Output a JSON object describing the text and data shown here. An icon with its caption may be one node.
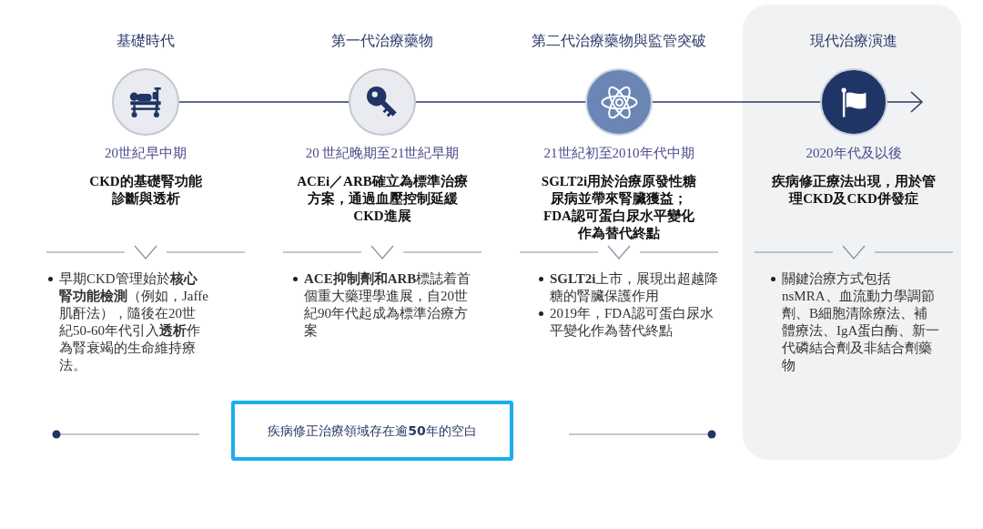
{
  "diagram": {
    "nodes": [
      {
        "text": [
          "基礎時代"
        ],
        "beside": [
          "20世紀早中期",
          "CKD的基礎腎功能診斷與透析"
        ]
      },
      {
        "text": [
          "第一代治療藥物"
        ],
        "beside": [
          "20 世紀晚期至21世紀早期",
          "ACEi／ARB確立為標準治療方案，通過血壓控制延緩CKD進展"
        ]
      },
      {
        "text": [
          "第二代治療藥物與監管突破"
        ],
        "beside": [
          "21世紀初至2010年代中期",
          "SGLT2i用於治療原發性糖尿病並帶來腎臟獲益；FDA認可蛋白尿水平變化作為替代終點"
        ]
      },
      {
        "text": [],
        "shape": "box"
      },
      {
        "text": [
          "現代治療演進"
        ],
        "in": 3,
        "beside": [
          "2020年代及以後",
          "疾病修正療法出現，用於管理CKD及CKD併發症"
        ]
      },
      {
        "text": [
          "疾病修正治療領域存在逾**50**年的空白"
        ]
      }
    ],
    "edges": [
      {
        "from": 0,
        "to": 1,
        "arrow": "none"
      },
      {
        "from": 1,
        "to": 2,
        "arrow": "none"
      },
      {
        "from": 2,
        "to": 4,
        "arrow": "none"
      },
      {
        "from": 4,
        "to": null,
        "arrow": "to"
      }
    ],
    "labels": [
      "早期CKD管理始於**核心腎功能檢測**（例如，Jaffe肌酐法），隨後在20世紀50-60年代引入**透析**作為腎衰竭的生命維持療法。",
      "**ACE抑制劑和ARB**標誌着首個重大藥理學進展，自20世紀90年代起成為標準治療方案",
      "**SGLT2i**上市，展現出超越降糖的腎臟保護作用",
      "2019年，FDA認可蛋白尿水平變化作為替代終點",
      "關鍵治療方式包括nsMRA、血流動力學調節劑、B細胞清除療法、補體療法、IgA蛋白酶、新一代磷結合劑及非結合劑藥物"
    ]
  }
}
